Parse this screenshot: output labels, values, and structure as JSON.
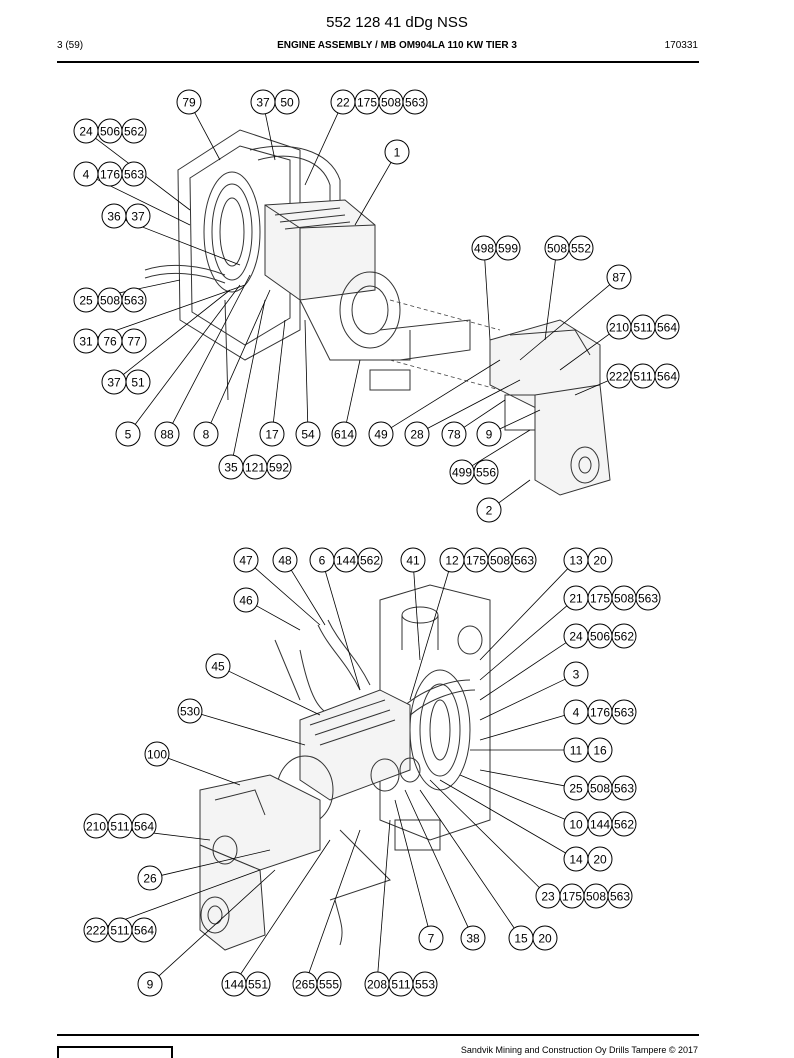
{
  "header": {
    "doc_number": "552 128 41 dDg NSS",
    "page_ref": "3 (59)",
    "title": "ENGINE ASSEMBLY / MB OM904LA 110 KW TIER 3",
    "date_code": "170331"
  },
  "footer": {
    "copyright": "Sandvik Mining and Construction Oy Drills Tampere © 2017"
  },
  "diagram_top": {
    "callouts": [
      {
        "id": "t-79",
        "labels": [
          "79"
        ]
      },
      {
        "id": "t-37-50",
        "labels": [
          "37",
          "50"
        ]
      },
      {
        "id": "t-22",
        "labels": [
          "22",
          "175",
          "508",
          "563"
        ]
      },
      {
        "id": "t-24",
        "labels": [
          "24",
          "506",
          "562"
        ]
      },
      {
        "id": "t-1",
        "labels": [
          "1"
        ]
      },
      {
        "id": "t-4",
        "labels": [
          "4",
          "176",
          "563"
        ]
      },
      {
        "id": "t-36",
        "labels": [
          "36",
          "37"
        ]
      },
      {
        "id": "t-498",
        "labels": [
          "498",
          "599"
        ]
      },
      {
        "id": "t-508",
        "labels": [
          "508",
          "552"
        ]
      },
      {
        "id": "t-87",
        "labels": [
          "87"
        ]
      },
      {
        "id": "t-25",
        "labels": [
          "25",
          "508",
          "563"
        ]
      },
      {
        "id": "t-210",
        "labels": [
          "210",
          "511",
          "564"
        ]
      },
      {
        "id": "t-31",
        "labels": [
          "31",
          "76",
          "77"
        ]
      },
      {
        "id": "t-222",
        "labels": [
          "222",
          "511",
          "564"
        ]
      },
      {
        "id": "t-37-51",
        "labels": [
          "37",
          "51"
        ]
      },
      {
        "id": "t-5",
        "labels": [
          "5"
        ]
      },
      {
        "id": "t-88",
        "labels": [
          "88"
        ]
      },
      {
        "id": "t-8",
        "labels": [
          "8"
        ]
      },
      {
        "id": "t-17",
        "labels": [
          "17"
        ]
      },
      {
        "id": "t-54",
        "labels": [
          "54"
        ]
      },
      {
        "id": "t-614",
        "labels": [
          "614"
        ]
      },
      {
        "id": "t-49",
        "labels": [
          "49"
        ]
      },
      {
        "id": "t-28",
        "labels": [
          "28"
        ]
      },
      {
        "id": "t-78",
        "labels": [
          "78"
        ]
      },
      {
        "id": "t-9",
        "labels": [
          "9"
        ]
      },
      {
        "id": "t-35",
        "labels": [
          "35",
          "121",
          "592"
        ]
      },
      {
        "id": "t-499",
        "labels": [
          "499",
          "556"
        ]
      },
      {
        "id": "t-2",
        "labels": [
          "2"
        ]
      }
    ]
  },
  "diagram_bottom": {
    "callouts": [
      {
        "id": "b-47",
        "labels": [
          "47"
        ]
      },
      {
        "id": "b-48",
        "labels": [
          "48"
        ]
      },
      {
        "id": "b-6",
        "labels": [
          "6",
          "144",
          "562"
        ]
      },
      {
        "id": "b-41",
        "labels": [
          "41"
        ]
      },
      {
        "id": "b-12",
        "labels": [
          "12",
          "175",
          "508",
          "563"
        ]
      },
      {
        "id": "b-13",
        "labels": [
          "13",
          "20"
        ]
      },
      {
        "id": "b-46",
        "labels": [
          "46"
        ]
      },
      {
        "id": "b-21",
        "labels": [
          "21",
          "175",
          "508",
          "563"
        ]
      },
      {
        "id": "b-24",
        "labels": [
          "24",
          "506",
          "562"
        ]
      },
      {
        "id": "b-45",
        "labels": [
          "45"
        ]
      },
      {
        "id": "b-3",
        "labels": [
          "3"
        ]
      },
      {
        "id": "b-530",
        "labels": [
          "530"
        ]
      },
      {
        "id": "b-4",
        "labels": [
          "4",
          "176",
          "563"
        ]
      },
      {
        "id": "b-100",
        "labels": [
          "100"
        ]
      },
      {
        "id": "b-11",
        "labels": [
          "11",
          "16"
        ]
      },
      {
        "id": "b-25",
        "labels": [
          "25",
          "508",
          "563"
        ]
      },
      {
        "id": "b-210",
        "labels": [
          "210",
          "511",
          "564"
        ]
      },
      {
        "id": "b-10",
        "labels": [
          "10",
          "144",
          "562"
        ]
      },
      {
        "id": "b-14",
        "labels": [
          "14",
          "20"
        ]
      },
      {
        "id": "b-26",
        "labels": [
          "26"
        ]
      },
      {
        "id": "b-23",
        "labels": [
          "23",
          "175",
          "508",
          "563"
        ]
      },
      {
        "id": "b-222",
        "labels": [
          "222",
          "511",
          "564"
        ]
      },
      {
        "id": "b-7",
        "labels": [
          "7"
        ]
      },
      {
        "id": "b-38",
        "labels": [
          "38"
        ]
      },
      {
        "id": "b-15",
        "labels": [
          "15",
          "20"
        ]
      },
      {
        "id": "b-9",
        "labels": [
          "9"
        ]
      },
      {
        "id": "b-144",
        "labels": [
          "144",
          "551"
        ]
      },
      {
        "id": "b-265",
        "labels": [
          "265",
          "555"
        ]
      },
      {
        "id": "b-208",
        "labels": [
          "208",
          "511",
          "553"
        ]
      }
    ]
  }
}
